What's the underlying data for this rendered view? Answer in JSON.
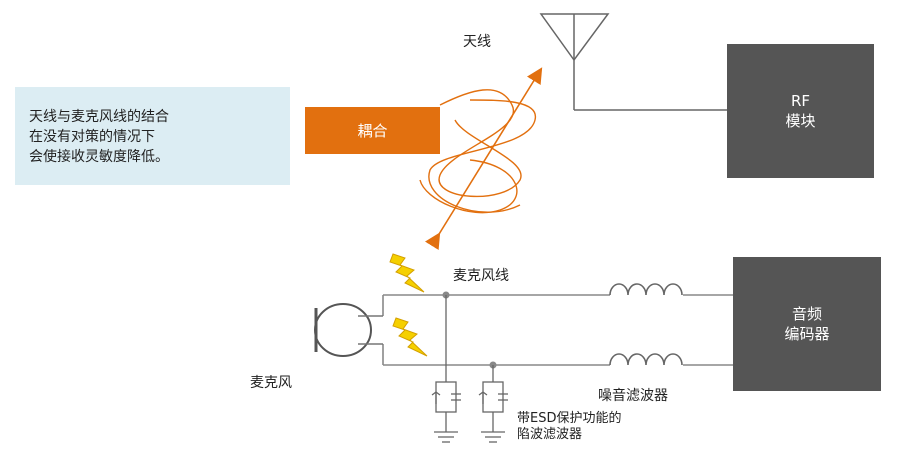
{
  "note": {
    "lines": [
      "天线与麦克风线的结合",
      "在没有对策的情况下",
      "会使接收灵敏度降低。"
    ]
  },
  "coupling_label": "耦合",
  "antenna_label": "天线",
  "rf_module": {
    "line1": "RF",
    "line2": "模块"
  },
  "audio_codec": {
    "line1": "音频",
    "line2": "编码器"
  },
  "mic_line_label": "麦克风线",
  "mic_label": "麦克风",
  "noise_filter_label": "噪音滤波器",
  "esd_filter_label": {
    "line1": "带ESD保护功能的",
    "line2": "陷波滤波器"
  },
  "colors": {
    "orange": "#e2700f",
    "box_gray": "#555555",
    "line_gray": "#888888",
    "note_bg": "#dcedf3",
    "lightning_yellow": "#f5d000"
  }
}
